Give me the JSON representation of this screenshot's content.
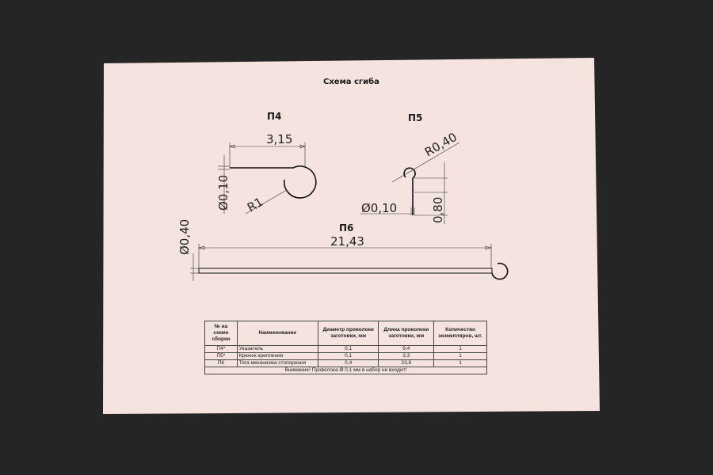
{
  "title": "Схема сгиба",
  "parts": {
    "p4": {
      "label": "П4",
      "dim_length": "3,15",
      "dim_diameter": "Ø0,10",
      "dim_radius": "R1"
    },
    "p5": {
      "label": "П5",
      "dim_radius": "R0,40",
      "dim_diameter": "Ø0,10",
      "dim_height": "0,80"
    },
    "p6": {
      "label": "П6",
      "dim_length": "21,43",
      "dim_diameter": "Ø0,40"
    }
  },
  "table": {
    "headers": [
      "№ на схеме сборки",
      "Наименование",
      "Диаметр проволоки заготовки, мм",
      "Длина проволоки заготовки, мм",
      "Количество экземпляров, шт."
    ],
    "rows": [
      [
        "П4*",
        "Указатель",
        "0,1",
        "9,4",
        "1"
      ],
      [
        "П5*",
        "Крючок крепления",
        "0,1",
        "3,3",
        "1"
      ],
      [
        "П6",
        "Тяга механизма стопорения",
        "0,4",
        "23,8",
        "1"
      ]
    ],
    "note": "Внимание! Проволока Ø 0,1 мм в набор не входит!"
  }
}
